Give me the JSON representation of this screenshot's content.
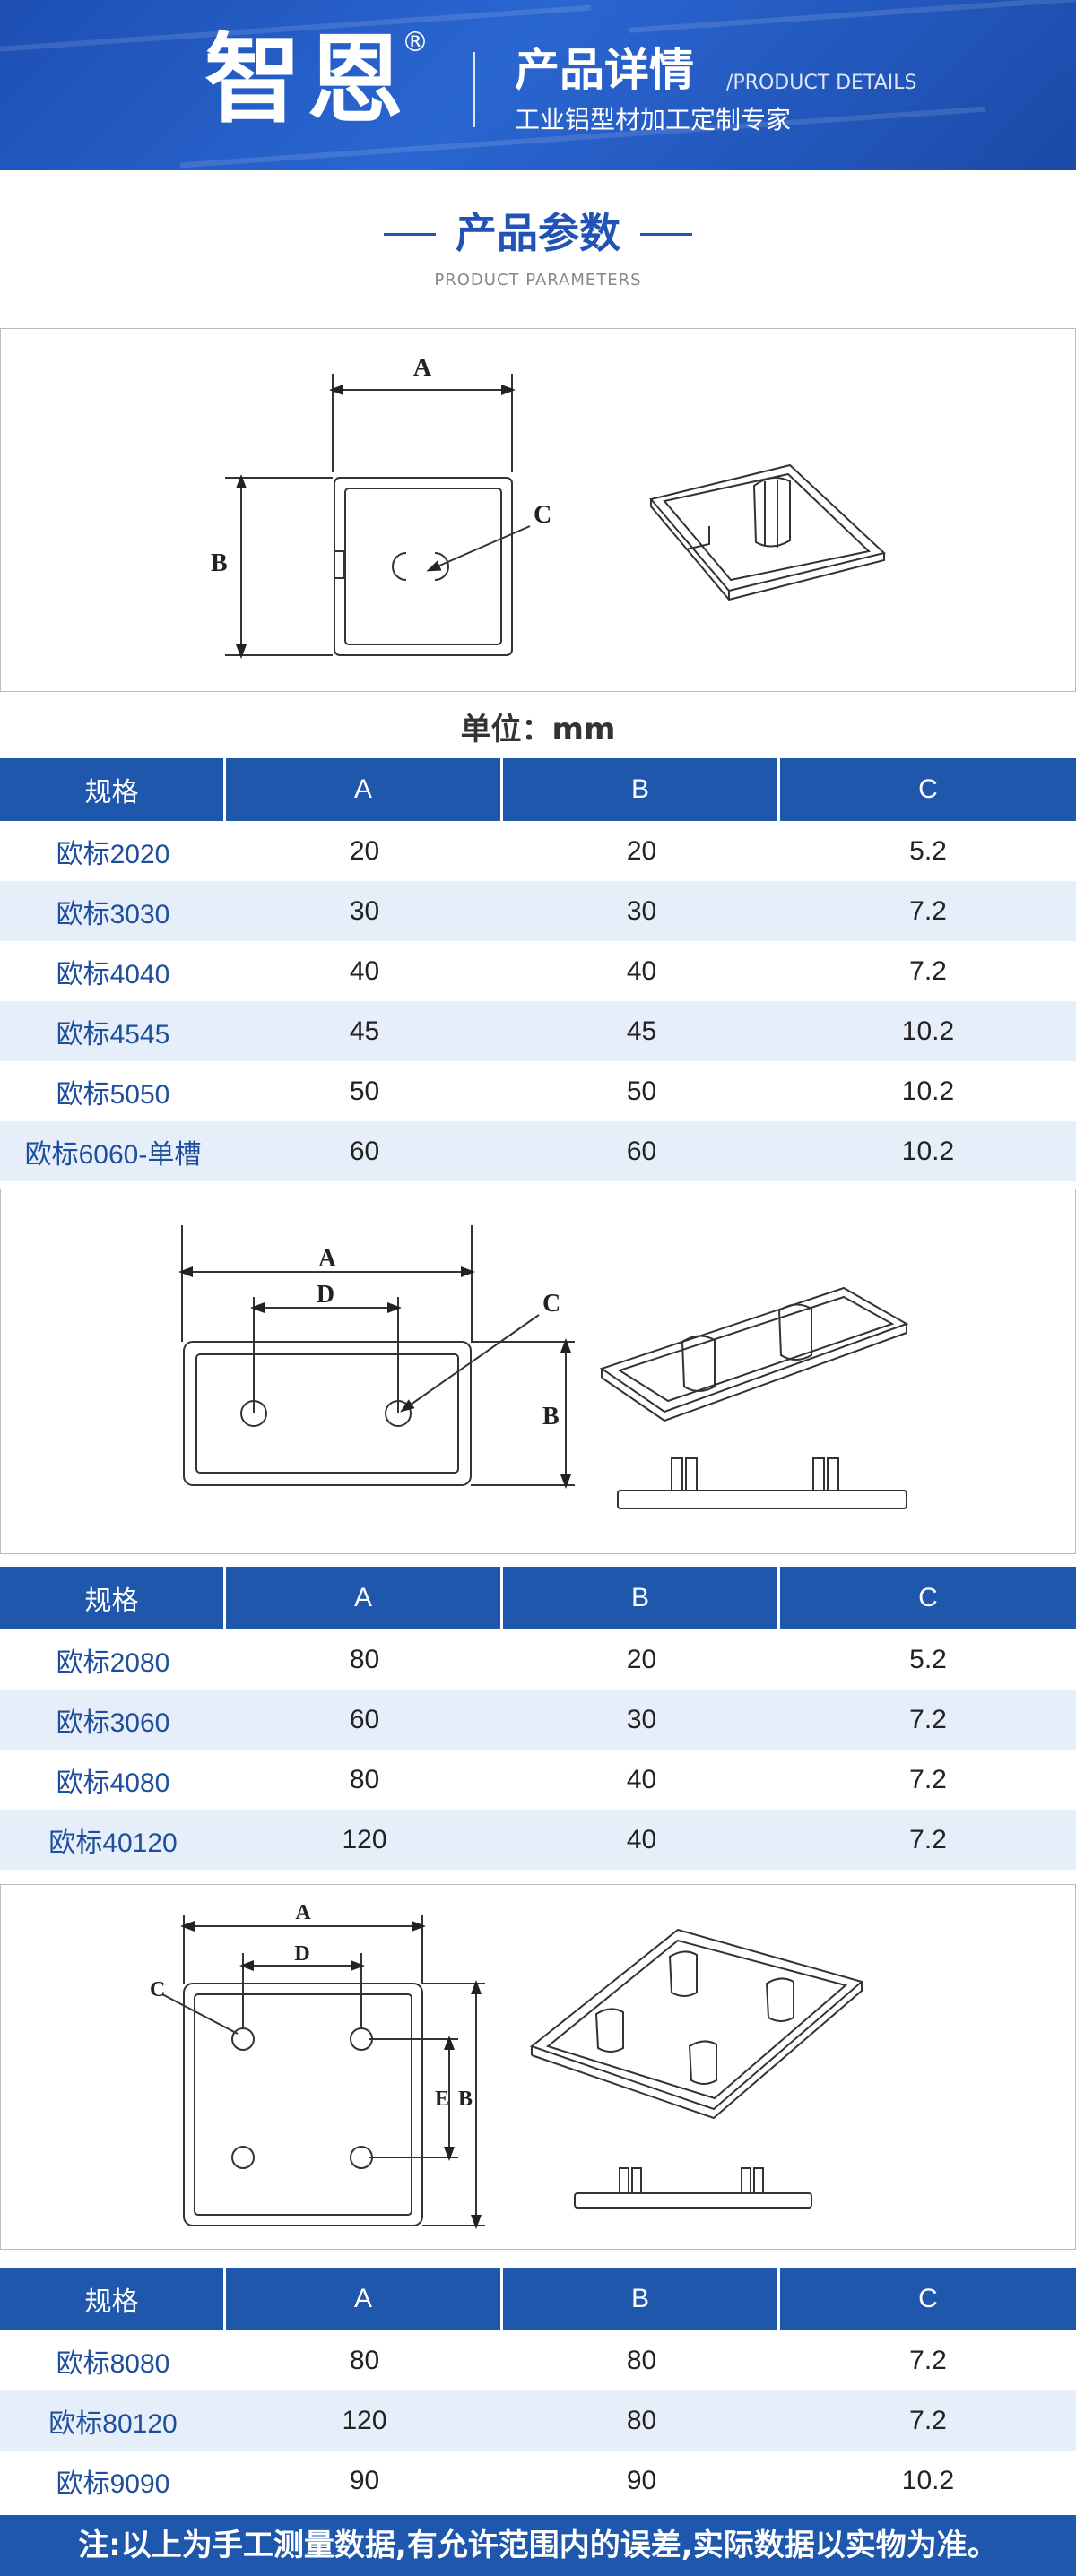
{
  "header": {
    "logo": "智恩",
    "registered_mark": "®",
    "title": "产品详情",
    "title_en": "/PRODUCT DETAILS",
    "slogan": "工业铝型材加工定制专家"
  },
  "section": {
    "title": "产品参数",
    "subtitle": "PRODUCT PARAMETERS"
  },
  "unit_label": "单位：mm",
  "diagram_labels": {
    "d1": {
      "a": "A",
      "b": "B",
      "c": "C"
    },
    "d2": {
      "a": "A",
      "b": "B",
      "c": "C",
      "d": "D"
    },
    "d3": {
      "a": "A",
      "b": "B",
      "c": "C",
      "d": "D",
      "e": "E"
    }
  },
  "tables": [
    {
      "headers": [
        "规格",
        "A",
        "B",
        "C"
      ],
      "rows": [
        [
          "欧标2020",
          "20",
          "20",
          "5.2"
        ],
        [
          "欧标3030",
          "30",
          "30",
          "7.2"
        ],
        [
          "欧标4040",
          "40",
          "40",
          "7.2"
        ],
        [
          "欧标4545",
          "45",
          "45",
          "10.2"
        ],
        [
          "欧标5050",
          "50",
          "50",
          "10.2"
        ],
        [
          "欧标6060-单槽",
          "60",
          "60",
          "10.2"
        ]
      ]
    },
    {
      "headers": [
        "规格",
        "A",
        "B",
        "C"
      ],
      "rows": [
        [
          "欧标2080",
          "80",
          "20",
          "5.2"
        ],
        [
          "欧标3060",
          "60",
          "30",
          "7.2"
        ],
        [
          "欧标4080",
          "80",
          "40",
          "7.2"
        ],
        [
          "欧标40120",
          "120",
          "40",
          "7.2"
        ]
      ]
    },
    {
      "headers": [
        "规格",
        "A",
        "B",
        "C"
      ],
      "rows": [
        [
          "欧标8080",
          "80",
          "80",
          "7.2"
        ],
        [
          "欧标80120",
          "120",
          "80",
          "7.2"
        ],
        [
          "欧标9090",
          "90",
          "90",
          "10.2"
        ]
      ]
    }
  ],
  "footer_note": "注:以上为手工测量数据,有允许范围内的误差,实际数据以实物为准。",
  "colors": {
    "brand_blue": "#1f57ad",
    "title_blue": "#2152b5",
    "row_alt": "#e6eef9"
  }
}
